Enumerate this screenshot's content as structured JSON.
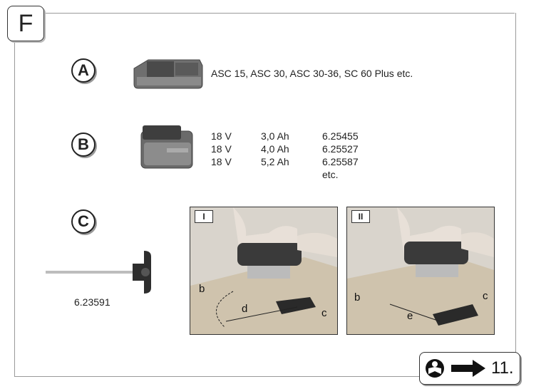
{
  "section_letter": "F",
  "sections": {
    "a": {
      "marker": "A",
      "chargers": "ASC 15, ASC 30, ASC 30-36, SC 60 Plus etc."
    },
    "b": {
      "marker": "B",
      "batteries": [
        {
          "voltage": "18 V",
          "capacity": "3,0 Ah",
          "order_no": "6.25455"
        },
        {
          "voltage": "18 V",
          "capacity": "4,0 Ah",
          "order_no": "6.25527"
        },
        {
          "voltage": "18 V",
          "capacity": "5,2 Ah",
          "order_no": "6.25587"
        }
      ],
      "etc": "etc."
    },
    "c": {
      "marker": "C",
      "guide_order_no": "6.23591",
      "panels": [
        {
          "tab": "I",
          "labels": [
            "b",
            "d",
            "c"
          ]
        },
        {
          "tab": "II",
          "labels": [
            "b",
            "e",
            "c"
          ]
        }
      ]
    }
  },
  "nav": {
    "icon": "read-manual-icon",
    "arrow": "arrow-right-icon",
    "page_ref": "11."
  }
}
